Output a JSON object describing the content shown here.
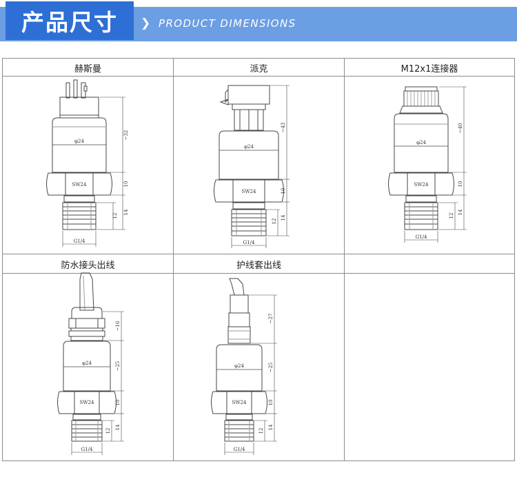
{
  "header": {
    "title": "产品尺寸",
    "subtitle": "PRODUCT DIMENSIONS",
    "chevron_icon": "chevron-right-icon",
    "colors": {
      "banner": "#6c9ee3",
      "title_box": "#2e6fd6"
    }
  },
  "cells": [
    {
      "label": "赫斯曼",
      "body_dia": "φ24",
      "hex": "SW24",
      "thread": "G1/4",
      "dims": [
        "~32",
        "10",
        "14",
        "12"
      ]
    },
    {
      "label": "派克",
      "body_dia": "φ24",
      "hex": "SW24",
      "thread": "G1/4",
      "dims": [
        "~43",
        "10",
        "14",
        "12"
      ]
    },
    {
      "label": "M12x1连接器",
      "body_dia": "φ24",
      "hex": "SW24",
      "thread": "G1/4",
      "dims": [
        "~40",
        "10",
        "14",
        "12"
      ]
    },
    {
      "label": "防水接头出线",
      "body_dia": "φ24",
      "hex": "SW24",
      "thread": "G1/4",
      "dims": [
        "~16",
        "~25",
        "10",
        "14",
        "12"
      ]
    },
    {
      "label": "护线套出线",
      "body_dia": "φ24",
      "hex": "SW24",
      "thread": "G1/4",
      "dims": [
        "~27",
        "~25",
        "10",
        "14",
        "12"
      ]
    },
    {
      "label": ""
    }
  ]
}
